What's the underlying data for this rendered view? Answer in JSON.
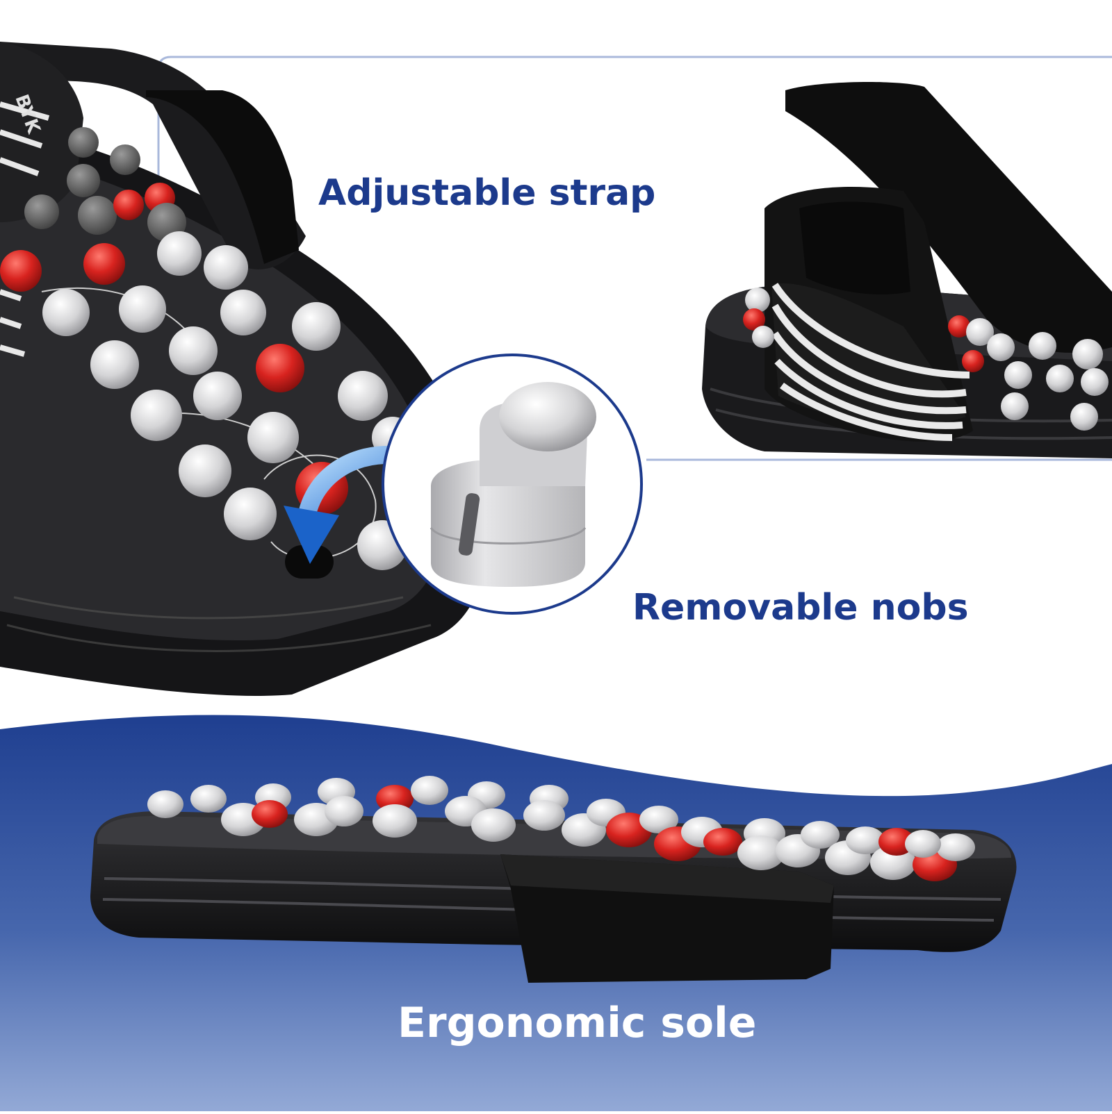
{
  "features": {
    "strap_label": "Adjustable strap",
    "nobs_label": "Removable nobs",
    "sole_label": "Ergonomic sole"
  },
  "colors": {
    "label_blue": "#1c3a8c",
    "label_white": "#ffffff",
    "banner_top": "#1f3f90",
    "banner_bottom": "#8fa6d4",
    "frame_line": "#9fb0d6",
    "slipper_black": "#1c1c1e",
    "nub_white": "#d6d6d8",
    "nub_red": "#d8231f"
  },
  "icons": {
    "arrow": "curved-blue-arrow-icon"
  }
}
